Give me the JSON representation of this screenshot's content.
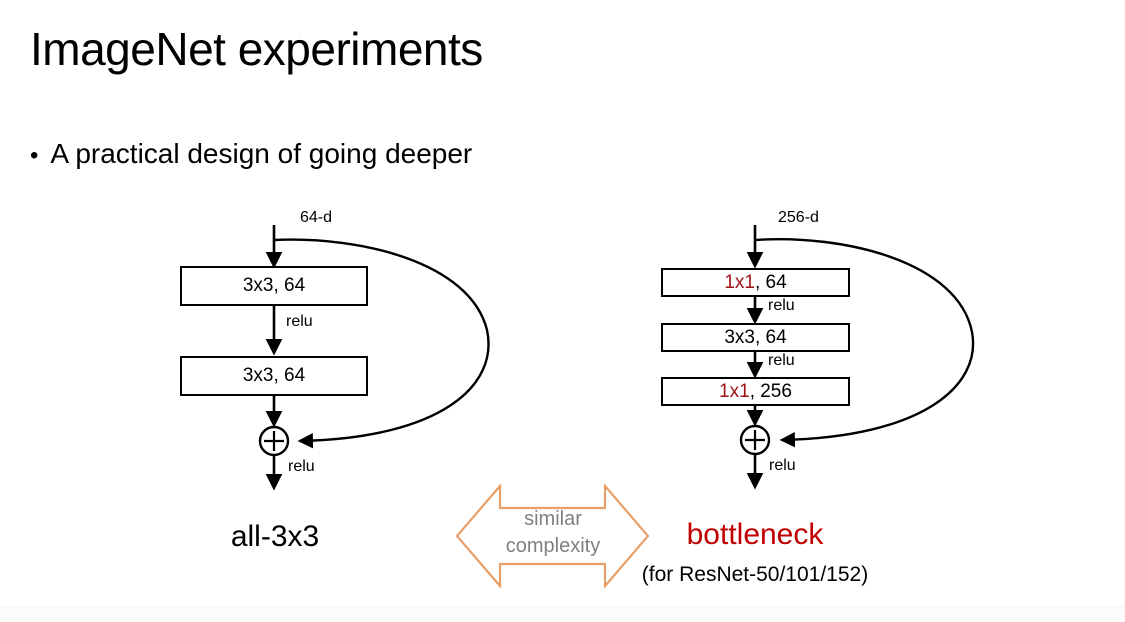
{
  "slide": {
    "title": "ImageNet experiments",
    "bullet_marker": "•",
    "bullet_text": "A practical design of going deeper"
  },
  "colors": {
    "box_stroke": "#000000",
    "line": "#000000",
    "red_token": "#9e1216",
    "bottleneck_red": "#c00000",
    "arrow_orange": "#e8a06a",
    "arrow_text_gray": "#808080",
    "background": "#ffffff"
  },
  "diagrams": {
    "left": {
      "name": "all-3x3 residual block",
      "input_label": "64-d",
      "caption": "all-3x3",
      "blocks": [
        {
          "text": "3x3, 64",
          "red_prefix": "",
          "plain": "3x3, 64"
        },
        {
          "text": "3x3, 64",
          "red_prefix": "",
          "plain": "3x3, 64"
        }
      ],
      "relu_labels": [
        "relu",
        "relu"
      ],
      "adder_symbol": "+"
    },
    "right": {
      "name": "bottleneck residual block",
      "input_label": "256-d",
      "caption": "bottleneck",
      "caption_sub": "(for ResNet-50/101/152)",
      "blocks": [
        {
          "red_prefix": "1x1",
          "plain": ", 64"
        },
        {
          "red_prefix": "",
          "plain": "3x3, 64"
        },
        {
          "red_prefix": "1x1",
          "plain": ", 256"
        }
      ],
      "relu_labels": [
        "relu",
        "relu",
        "relu"
      ],
      "adder_symbol": "+"
    }
  },
  "comparison_arrow": {
    "line1": "similar",
    "line2": "complexity"
  }
}
